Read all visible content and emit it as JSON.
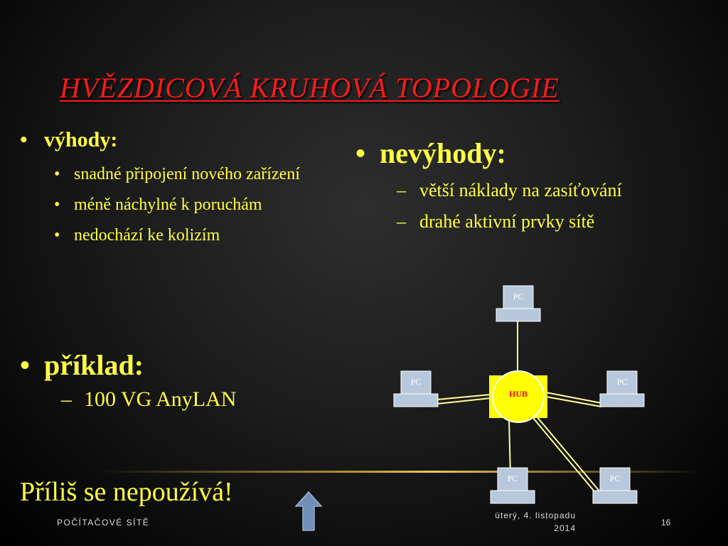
{
  "slide": {
    "title": "HVĚZDICOVÁ KRUHOVÁ TOPOLOGIE",
    "advantages": {
      "bullet": "•",
      "heading": "výhody:",
      "items": [
        "snadné připojení nového zařízení",
        "méně náchylné k poruchám",
        "nedochází ke kolizím"
      ]
    },
    "disadvantages": {
      "bullet": "•",
      "dash": "–",
      "heading": "nevýhody:",
      "items": [
        "větší náklady na zasíťování",
        "drahé aktivní prvky sítě"
      ]
    },
    "example": {
      "bullet": "•",
      "dash": "–",
      "heading": "příklad:",
      "items": [
        "100 VG AnyLAN"
      ]
    },
    "summary": "Příliš se nepoužívá!",
    "diagram": {
      "hub_label": "HUB",
      "pc_label": "PC",
      "hub_color": "#ffff00",
      "hub_text_color": "#ff0000",
      "pc_color": "#b8c8dc",
      "link_color": "#ffff99"
    },
    "footer": {
      "left": "POČÍTAČOVÉ SÍTĚ",
      "date_line1": "úterý, 4. listopadu",
      "date_line2": "2014",
      "page": "16"
    },
    "colors": {
      "title": "#ff1a1a",
      "text": "#ffff44",
      "arrow": "#6f8fb8"
    }
  }
}
